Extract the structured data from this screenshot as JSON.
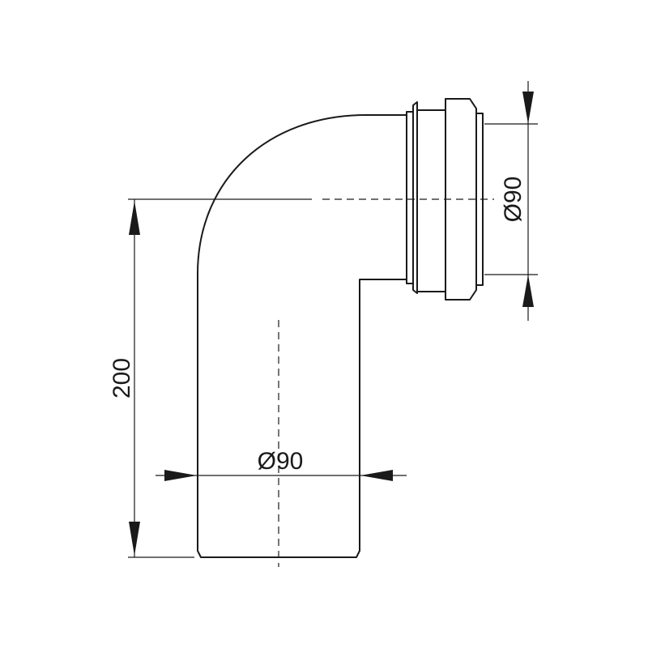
{
  "dimensions": {
    "height_label": "200",
    "bottom_diameter_label": "Ø90",
    "side_diameter_label": "Ø90"
  },
  "colors": {
    "line": "#1a1a1a",
    "background": "#ffffff"
  }
}
